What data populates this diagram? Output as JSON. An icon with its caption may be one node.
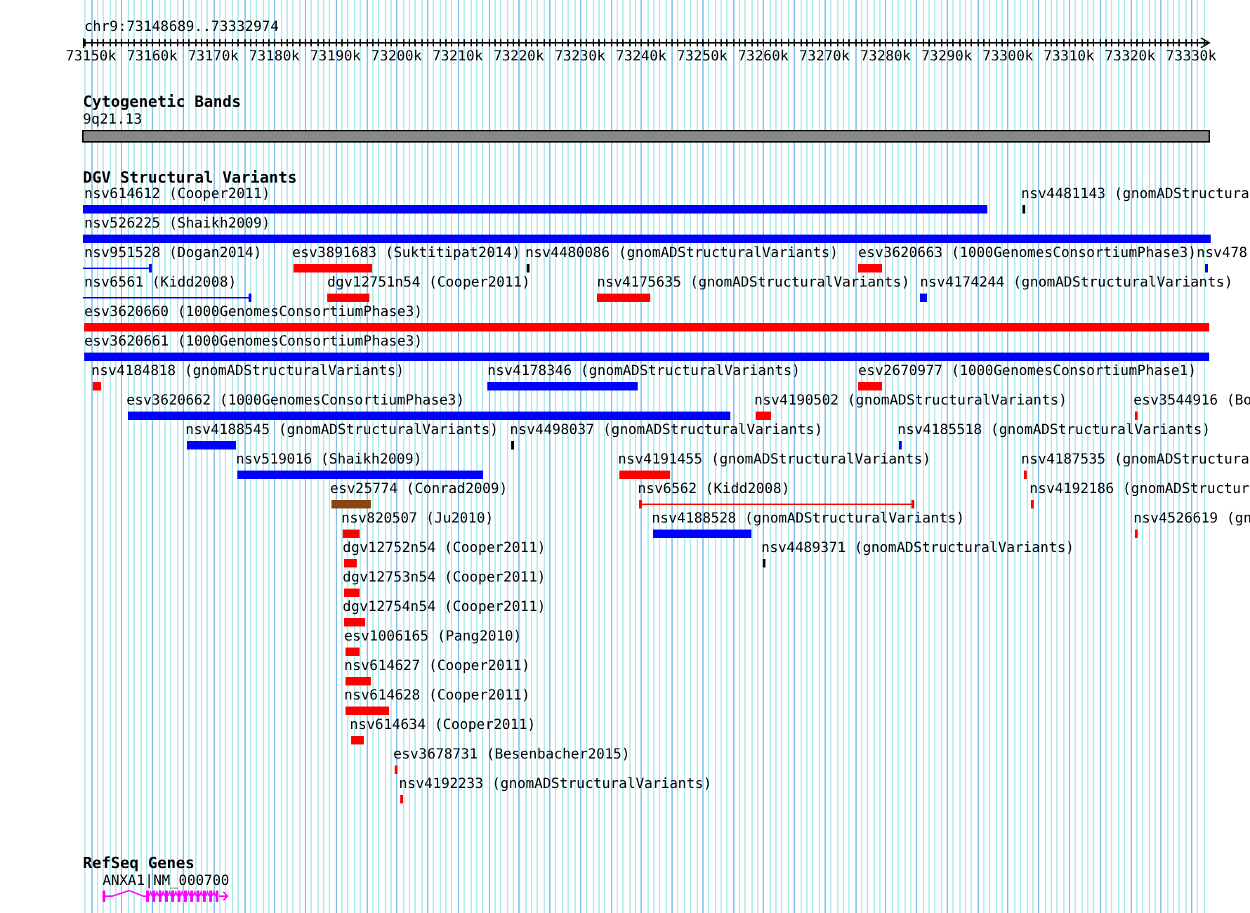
{
  "diagram": {
    "labels": [
      "chr9:73148689..73332974",
      "73150k",
      "73160k",
      "73170k",
      "73180k",
      "73190k",
      "73200k",
      "73210k",
      "73220k",
      "73230k",
      "73240k",
      "73250k",
      "73260k",
      "73270k",
      "73280k",
      "73290k",
      "73300k",
      "73310k",
      "73320k",
      "73330k",
      "Cytogenetic Bands",
      "9q21.13",
      "DGV Structural Variants",
      "nsv614612 (Cooper2011)",
      "nsv4481143 (gnomADStructura",
      "nsv526225 (Shaikh2009)",
      "nsv951528 (Dogan2014)",
      "esv3891683 (Suktitipat2014)",
      "nsv4480086 (gnomADStructuralVariants)",
      "esv3620663 (1000GenomesConsortiumPhase3)",
      "nsv478",
      "nsv6561 (Kidd2008)",
      "dgv12751n54 (Cooper2011)",
      "nsv4175635 (gnomADStructuralVariants)",
      "nsv4174244 (gnomADStructuralVariants)",
      "esv3620660 (1000GenomesConsortiumPhase3)",
      "esv3620661 (1000GenomesConsortiumPhase3)",
      "nsv4184818 (gnomADStructuralVariants)",
      "nsv4178346 (gnomADStructuralVariants)",
      "esv2670977 (1000GenomesConsortiumPhase1)",
      "esv3620662 (1000GenomesConsortiumPhase3)",
      "nsv4190502 (gnomADStructuralVariants)",
      "esv3544916 (Bo",
      "nsv4188545 (gnomADStructuralVariants)",
      "nsv4498037 (gnomADStructuralVariants)",
      "nsv4185518 (gnomADStructuralVariants)",
      "nsv519016 (Shaikh2009)",
      "nsv4191455 (gnomADStructuralVariants)",
      "nsv4187535 (gnomADStructura",
      "esv25774 (Conrad2009)",
      "nsv6562 (Kidd2008)",
      "nsv4192186 (gnomADStructur",
      "nsv820507 (Ju2010)",
      "nsv4188528 (gnomADStructuralVariants)",
      "nsv4526619 (gn",
      "dgv12752n54 (Cooper2011)",
      "nsv4489371 (gnomADStructuralVariants)",
      "dgv12753n54 (Cooper2011)",
      "dgv12754n54 (Cooper2011)",
      "esv1006165 (Pang2010)",
      "nsv614627 (Cooper2011)",
      "nsv614628 (Cooper2011)",
      "nsv614634 (Cooper2011)",
      "esv3678731 (Besenbacher2015)",
      "nsv4192233 (gnomADStructuralVariants)",
      "RefSeq Genes",
      "ANXA1|NM_000700"
    ]
  }
}
